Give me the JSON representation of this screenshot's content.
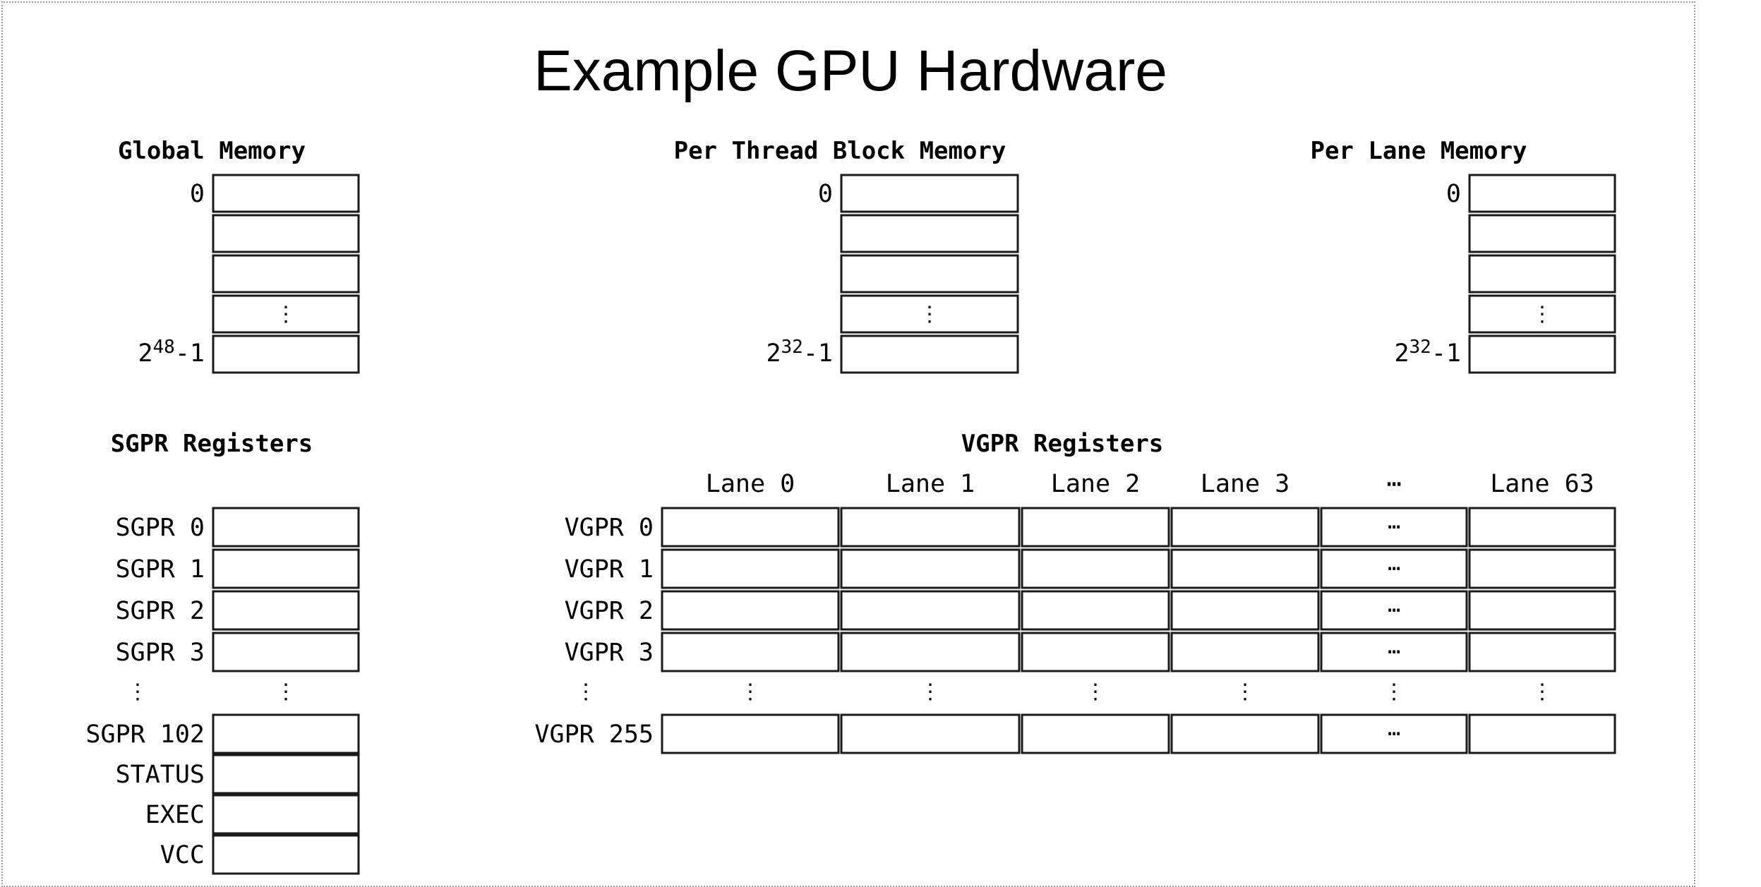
{
  "title": "Example GPU Hardware",
  "global_memory": {
    "header": "Global Memory",
    "start": "0",
    "end_base": "2",
    "end_exp": "48",
    "end_tail": "-1"
  },
  "thread_block_memory": {
    "header": "Per Thread Block Memory",
    "start": "0",
    "end_base": "2",
    "end_exp": "32",
    "end_tail": "-1"
  },
  "lane_memory": {
    "header": "Per Lane Memory",
    "start": "0",
    "end_base": "2",
    "end_exp": "32",
    "end_tail": "-1"
  },
  "sgpr": {
    "header": "SGPR Registers",
    "rows": [
      "SGPR 0",
      "SGPR 1",
      "SGPR 2",
      "SGPR 3"
    ],
    "tail_rows": [
      "SGPR 102",
      "STATUS",
      "EXEC",
      "VCC"
    ]
  },
  "vgpr": {
    "header": "VGPR Registers",
    "lanes": [
      "Lane 0",
      "Lane 1",
      "Lane 2",
      "Lane 3",
      "⋯",
      "Lane 63"
    ],
    "rows": [
      "VGPR 0",
      "VGPR 1",
      "VGPR 2",
      "VGPR 3"
    ],
    "tail_rows": [
      "VGPR 255"
    ]
  },
  "glyphs": {
    "vdots": "⋮",
    "hdots": "⋯"
  }
}
